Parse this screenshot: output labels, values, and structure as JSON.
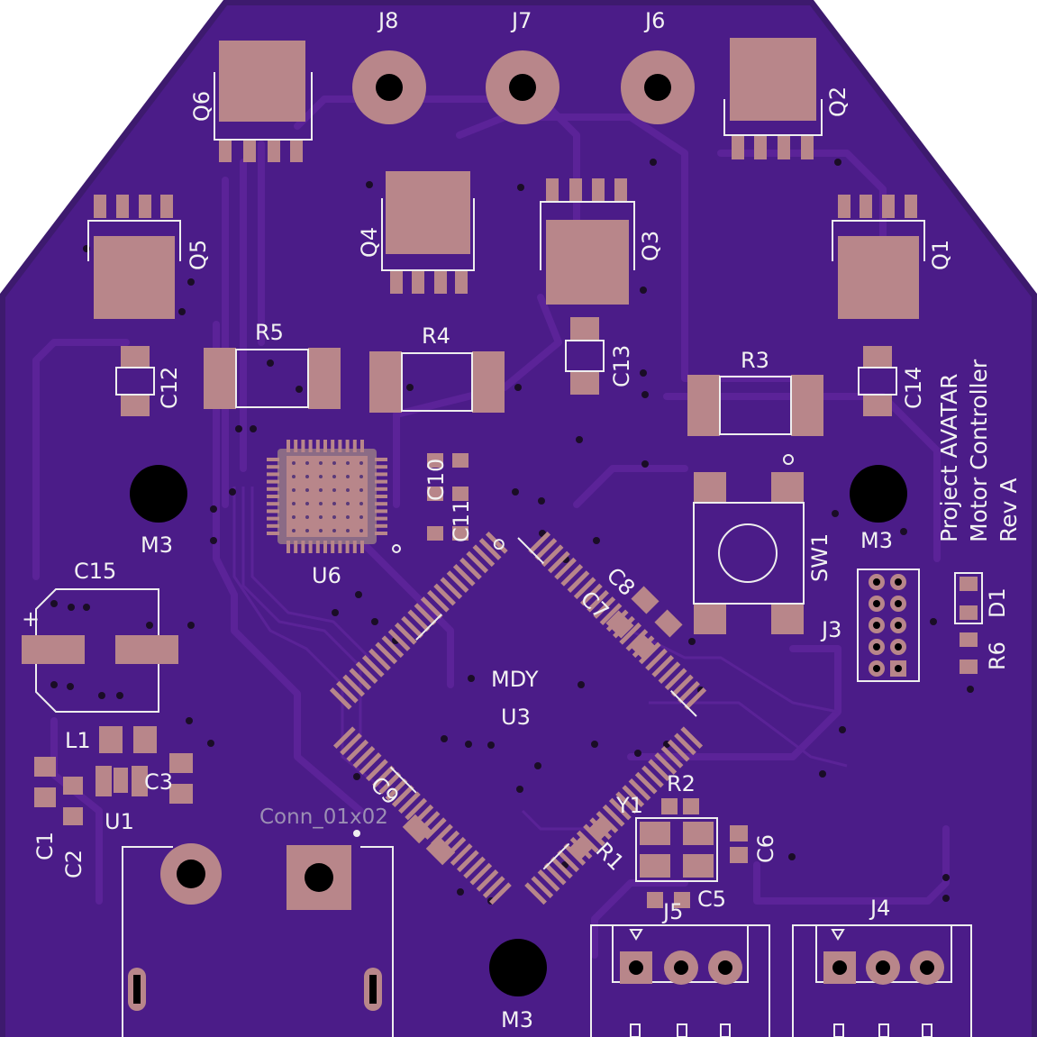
{
  "board": {
    "colors": {
      "substrate": "#3d1a6e",
      "copper": "#4d1d8c",
      "pad": "#b8868a",
      "silkscreen": "#f2f2f2",
      "hole": "#000000"
    },
    "title_lines": [
      "Project AVATAR",
      "Motor Controller",
      "Rev A"
    ]
  },
  "labels": {
    "J8": "J8",
    "J7": "J7",
    "J6": "J6",
    "Q1": "Q1",
    "Q2": "Q2",
    "Q3": "Q3",
    "Q4": "Q4",
    "Q5": "Q5",
    "Q6": "Q6",
    "R1": "R1",
    "R2": "R2",
    "R3": "R3",
    "R4": "R4",
    "R5": "R5",
    "R6": "R6",
    "C1": "C1",
    "C2": "C2",
    "C3": "C3",
    "C5": "C5",
    "C6": "C6",
    "C7": "C7",
    "C8": "C8",
    "C9": "C9",
    "C10": "C10",
    "C11": "C11",
    "C12": "C12",
    "C13": "C13",
    "C14": "C14",
    "C15": "C15",
    "U1": "U1",
    "U3": "U3",
    "U3_marking": "MDY",
    "U6": "U6",
    "L1": "L1",
    "D1": "D1",
    "SW1": "SW1",
    "Y1": "Y1",
    "J3": "J3",
    "J4": "J4",
    "J5": "J5",
    "M3": "M3",
    "conn_value": "Conn_01x02",
    "plus": "+"
  }
}
